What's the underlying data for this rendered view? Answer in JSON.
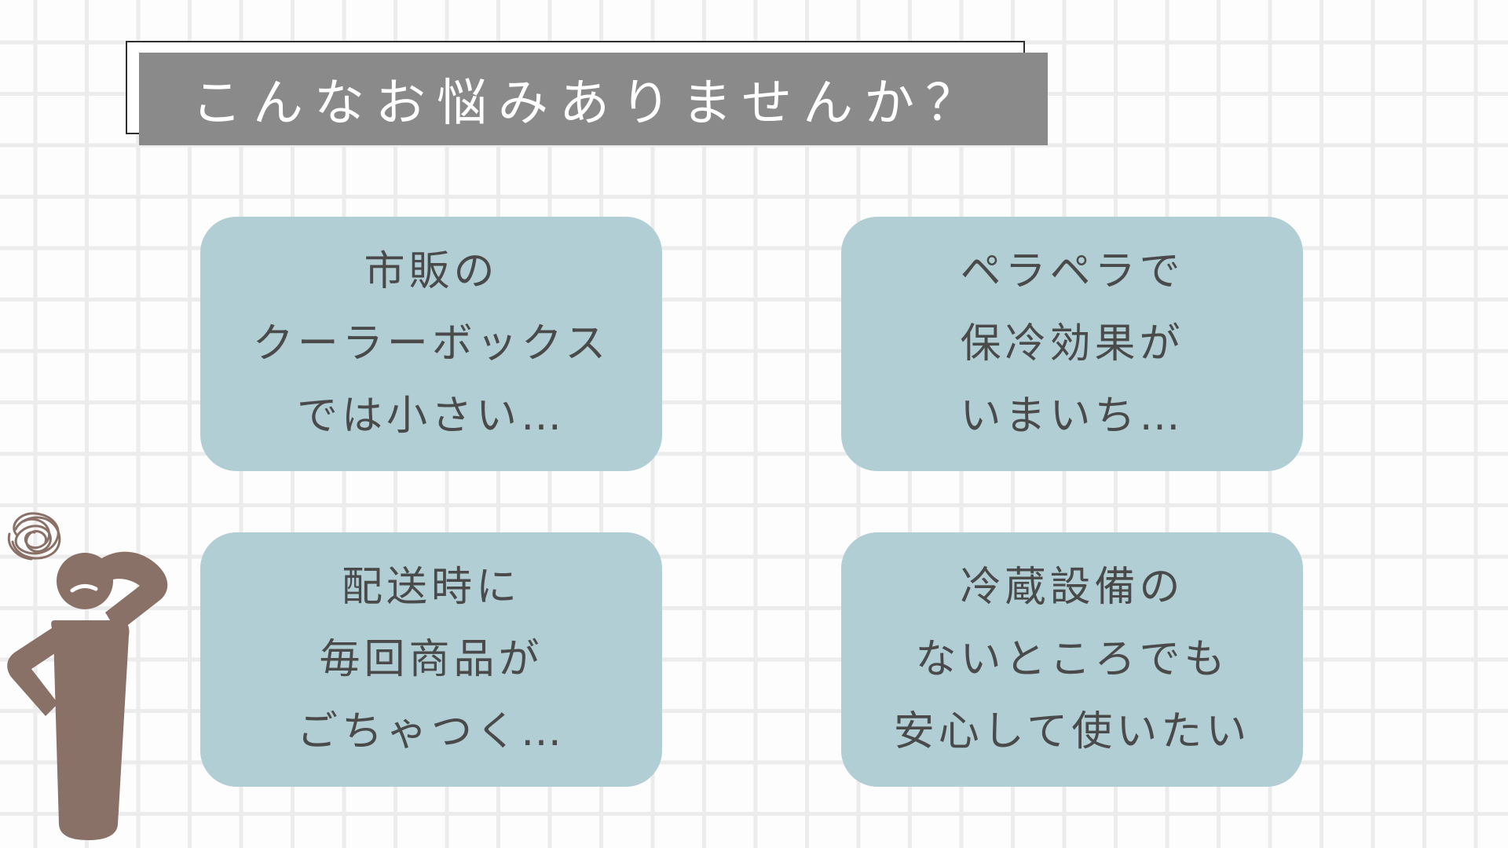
{
  "title": "こんなお悩みありませんか？",
  "cards": [
    {
      "lines": [
        "市販の",
        "クーラーボックス",
        "では小さい…"
      ]
    },
    {
      "lines": [
        "ペラペラで",
        "保冷効果が",
        "いまいち…"
      ]
    },
    {
      "lines": [
        "配送時に",
        "毎回商品が",
        "ごちゃつく…"
      ]
    },
    {
      "lines": [
        "冷蔵設備の",
        "ないところでも",
        "安心して使いたい"
      ]
    }
  ],
  "colors": {
    "card_fill": "#b0ced4",
    "title_bar": "#8a8a8a",
    "figure": "#8a7168",
    "text": "#4a4a4a"
  },
  "illustration": "confused-person-icon"
}
